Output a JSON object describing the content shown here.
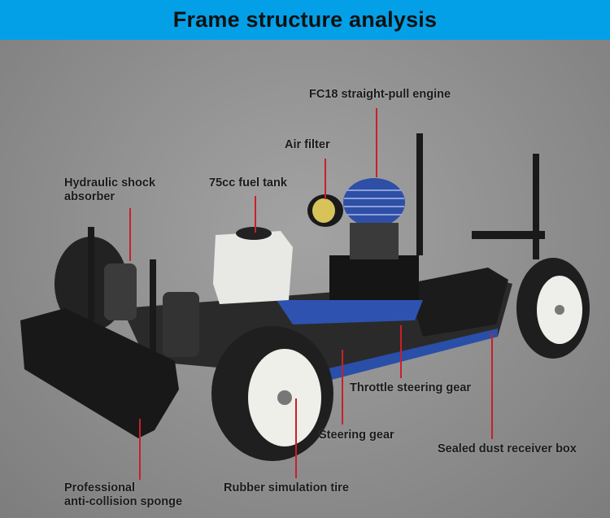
{
  "header": {
    "title": "Frame structure analysis"
  },
  "labels": {
    "engine": "FC18 straight-pull engine",
    "air_filter": "Air filter",
    "fuel_tank": "75cc fuel tank",
    "shock_line1": "Hydraulic shock",
    "shock_line2": "absorber",
    "throttle_gear": "Throttle steering gear",
    "steering_gear": "Steering gear",
    "receiver_box": "Sealed dust receiver box",
    "sponge_line1": "Professional",
    "sponge_line2": "anti-collision sponge",
    "tire": "Rubber simulation tire"
  },
  "colors": {
    "header": "#03a0e8",
    "pointer": "#c8202a",
    "chassis": "#2a4fa8"
  }
}
